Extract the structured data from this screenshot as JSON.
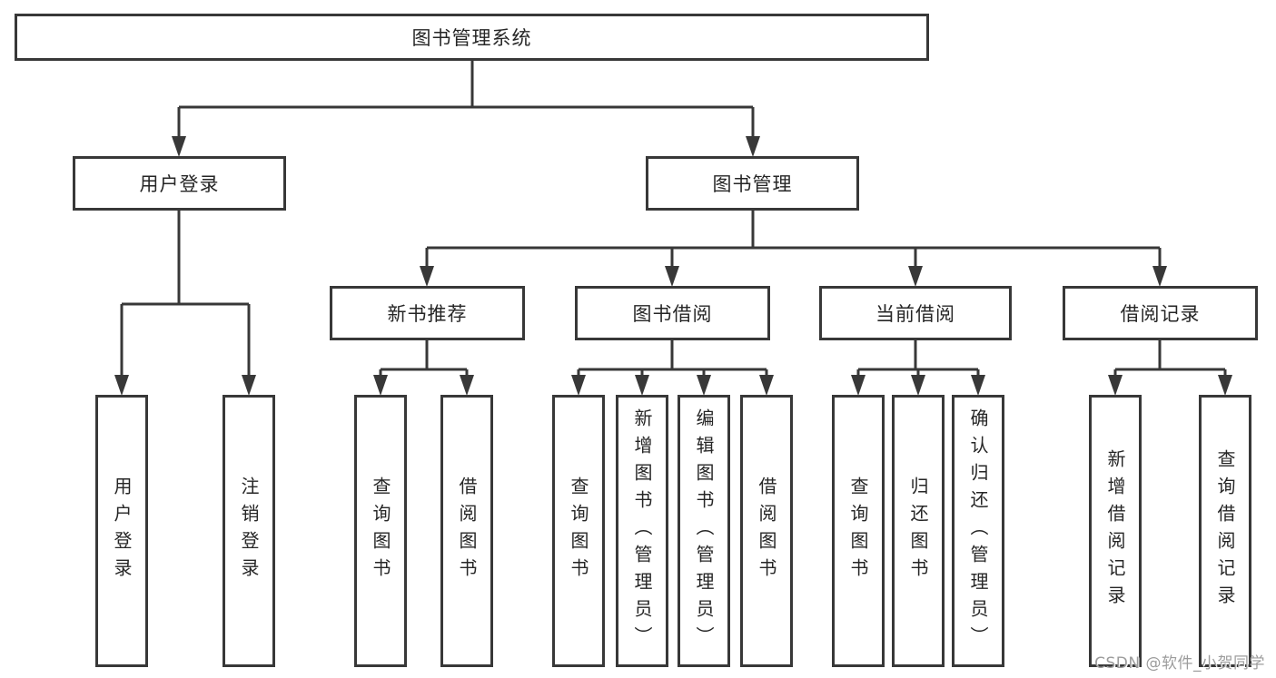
{
  "diagram": {
    "root": {
      "label": "图书管理系统"
    },
    "level2": [
      {
        "label": "用户登录"
      },
      {
        "label": "图书管理"
      }
    ],
    "level3": [
      {
        "label": "新书推荐"
      },
      {
        "label": "图书借阅"
      },
      {
        "label": "当前借阅"
      },
      {
        "label": "借阅记录"
      }
    ],
    "leaves": {
      "user_login": [
        {
          "label": "用户登录"
        },
        {
          "label": "注销登录"
        }
      ],
      "new_books": [
        {
          "label": "查询图书"
        },
        {
          "label": "借阅图书"
        }
      ],
      "book_borrow": [
        {
          "label": "查询图书"
        },
        {
          "label": "新增图书（管理员）"
        },
        {
          "label": "编辑图书（管理员）"
        },
        {
          "label": "借阅图书"
        }
      ],
      "current_borrow": [
        {
          "label": "查询图书"
        },
        {
          "label": "归还图书"
        },
        {
          "label": "确认归还（管理员）"
        }
      ],
      "borrow_records": [
        {
          "label": "新增借阅记录"
        },
        {
          "label": "查询借阅记录"
        }
      ]
    },
    "watermark": "CSDN @软件_小贺同学",
    "colors": {
      "line": "#383838",
      "text": "#262626",
      "watermark": "#9c9c9c",
      "background": "#ffffff"
    }
  }
}
